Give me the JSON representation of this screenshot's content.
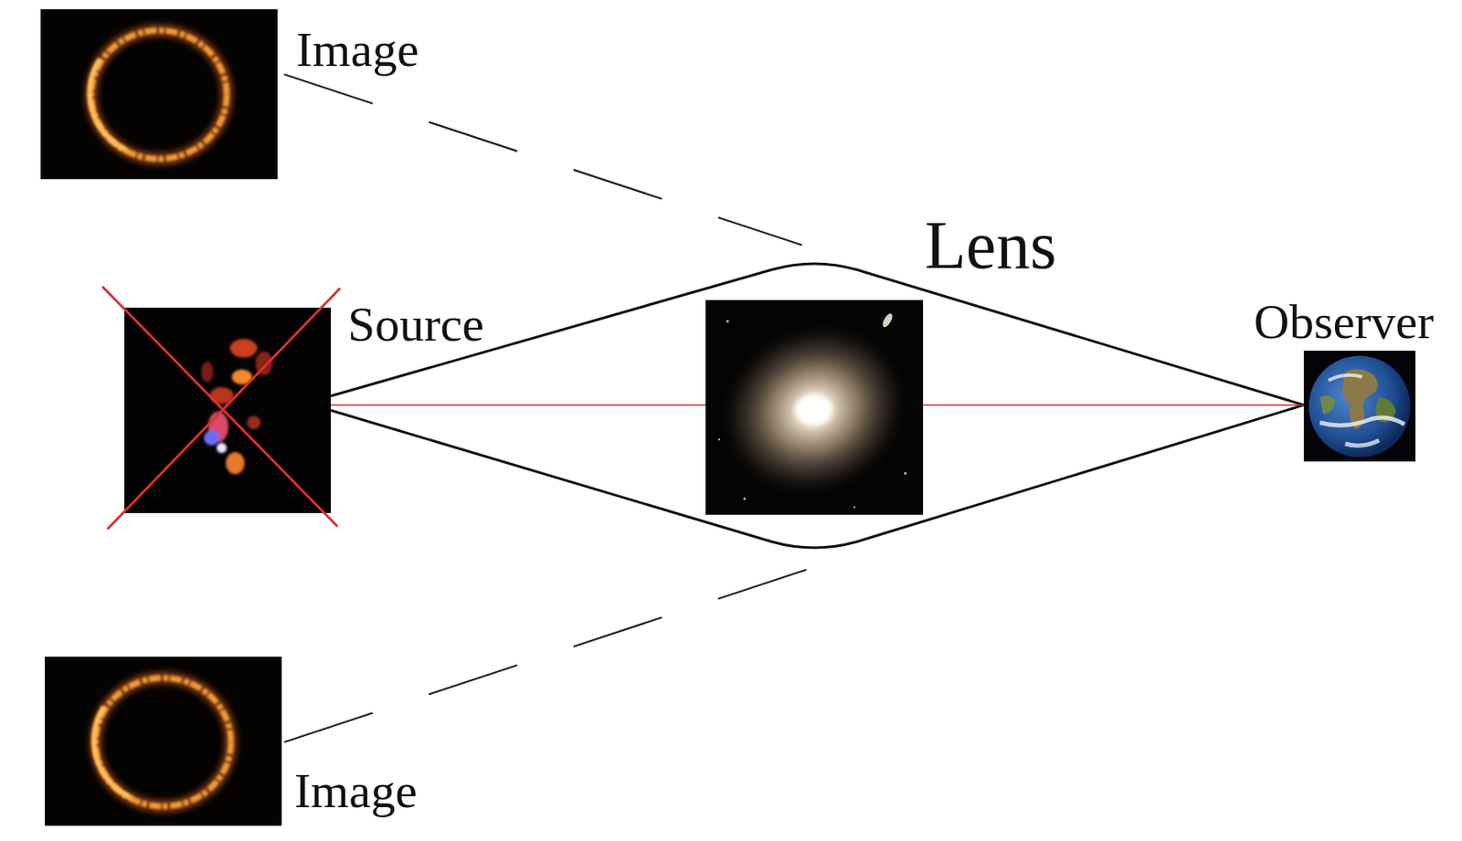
{
  "diagram": {
    "nodes": [
      {
        "text": [
          "Image"
        ]
      },
      {
        "text": [
          "Lens"
        ]
      },
      {
        "text": [
          "Source"
        ]
      },
      {
        "text": [
          "Observer"
        ]
      },
      {
        "text": [
          "Image"
        ]
      }
    ],
    "edges": [
      {
        "from": 2,
        "to": 3,
        "arrow": "none"
      },
      {
        "from": 2,
        "to": 3,
        "arrow": "none"
      },
      {
        "from": 2,
        "to": 3,
        "arrow": "none"
      }
    ]
  }
}
